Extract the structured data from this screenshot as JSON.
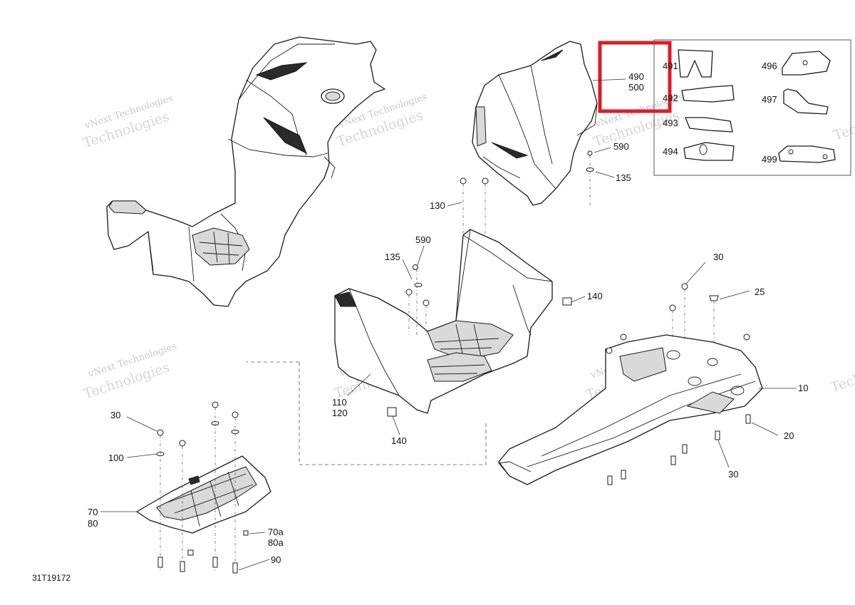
{
  "diagram": {
    "drawing_code": "31T19172",
    "highlight_color": "#e01b24",
    "watermark": {
      "line1": "vNext Technologies",
      "line2": "Technologies"
    },
    "callouts": [
      {
        "id": "c490",
        "text": "490"
      },
      {
        "id": "c500",
        "text": "500"
      },
      {
        "id": "c491",
        "text": "491"
      },
      {
        "id": "c492",
        "text": "492"
      },
      {
        "id": "c493",
        "text": "493"
      },
      {
        "id": "c494",
        "text": "494"
      },
      {
        "id": "c496",
        "text": "496"
      },
      {
        "id": "c497",
        "text": "497"
      },
      {
        "id": "c499",
        "text": "499"
      },
      {
        "id": "c590a",
        "text": "590"
      },
      {
        "id": "c135a",
        "text": "135"
      },
      {
        "id": "c130",
        "text": "130"
      },
      {
        "id": "c590b",
        "text": "590"
      },
      {
        "id": "c135b",
        "text": "135"
      },
      {
        "id": "c140a",
        "text": "140"
      },
      {
        "id": "c110",
        "text": "110"
      },
      {
        "id": "c120",
        "text": "120"
      },
      {
        "id": "c140b",
        "text": "140"
      },
      {
        "id": "c30a",
        "text": "30"
      },
      {
        "id": "c25",
        "text": "25"
      },
      {
        "id": "c10",
        "text": "10"
      },
      {
        "id": "c20",
        "text": "20"
      },
      {
        "id": "c30b",
        "text": "30"
      },
      {
        "id": "c30c",
        "text": "30"
      },
      {
        "id": "c100",
        "text": "100"
      },
      {
        "id": "c70",
        "text": "70"
      },
      {
        "id": "c80",
        "text": "80"
      },
      {
        "id": "c70a",
        "text": "70a"
      },
      {
        "id": "c80a",
        "text": "80a"
      },
      {
        "id": "c90",
        "text": "90"
      }
    ]
  }
}
